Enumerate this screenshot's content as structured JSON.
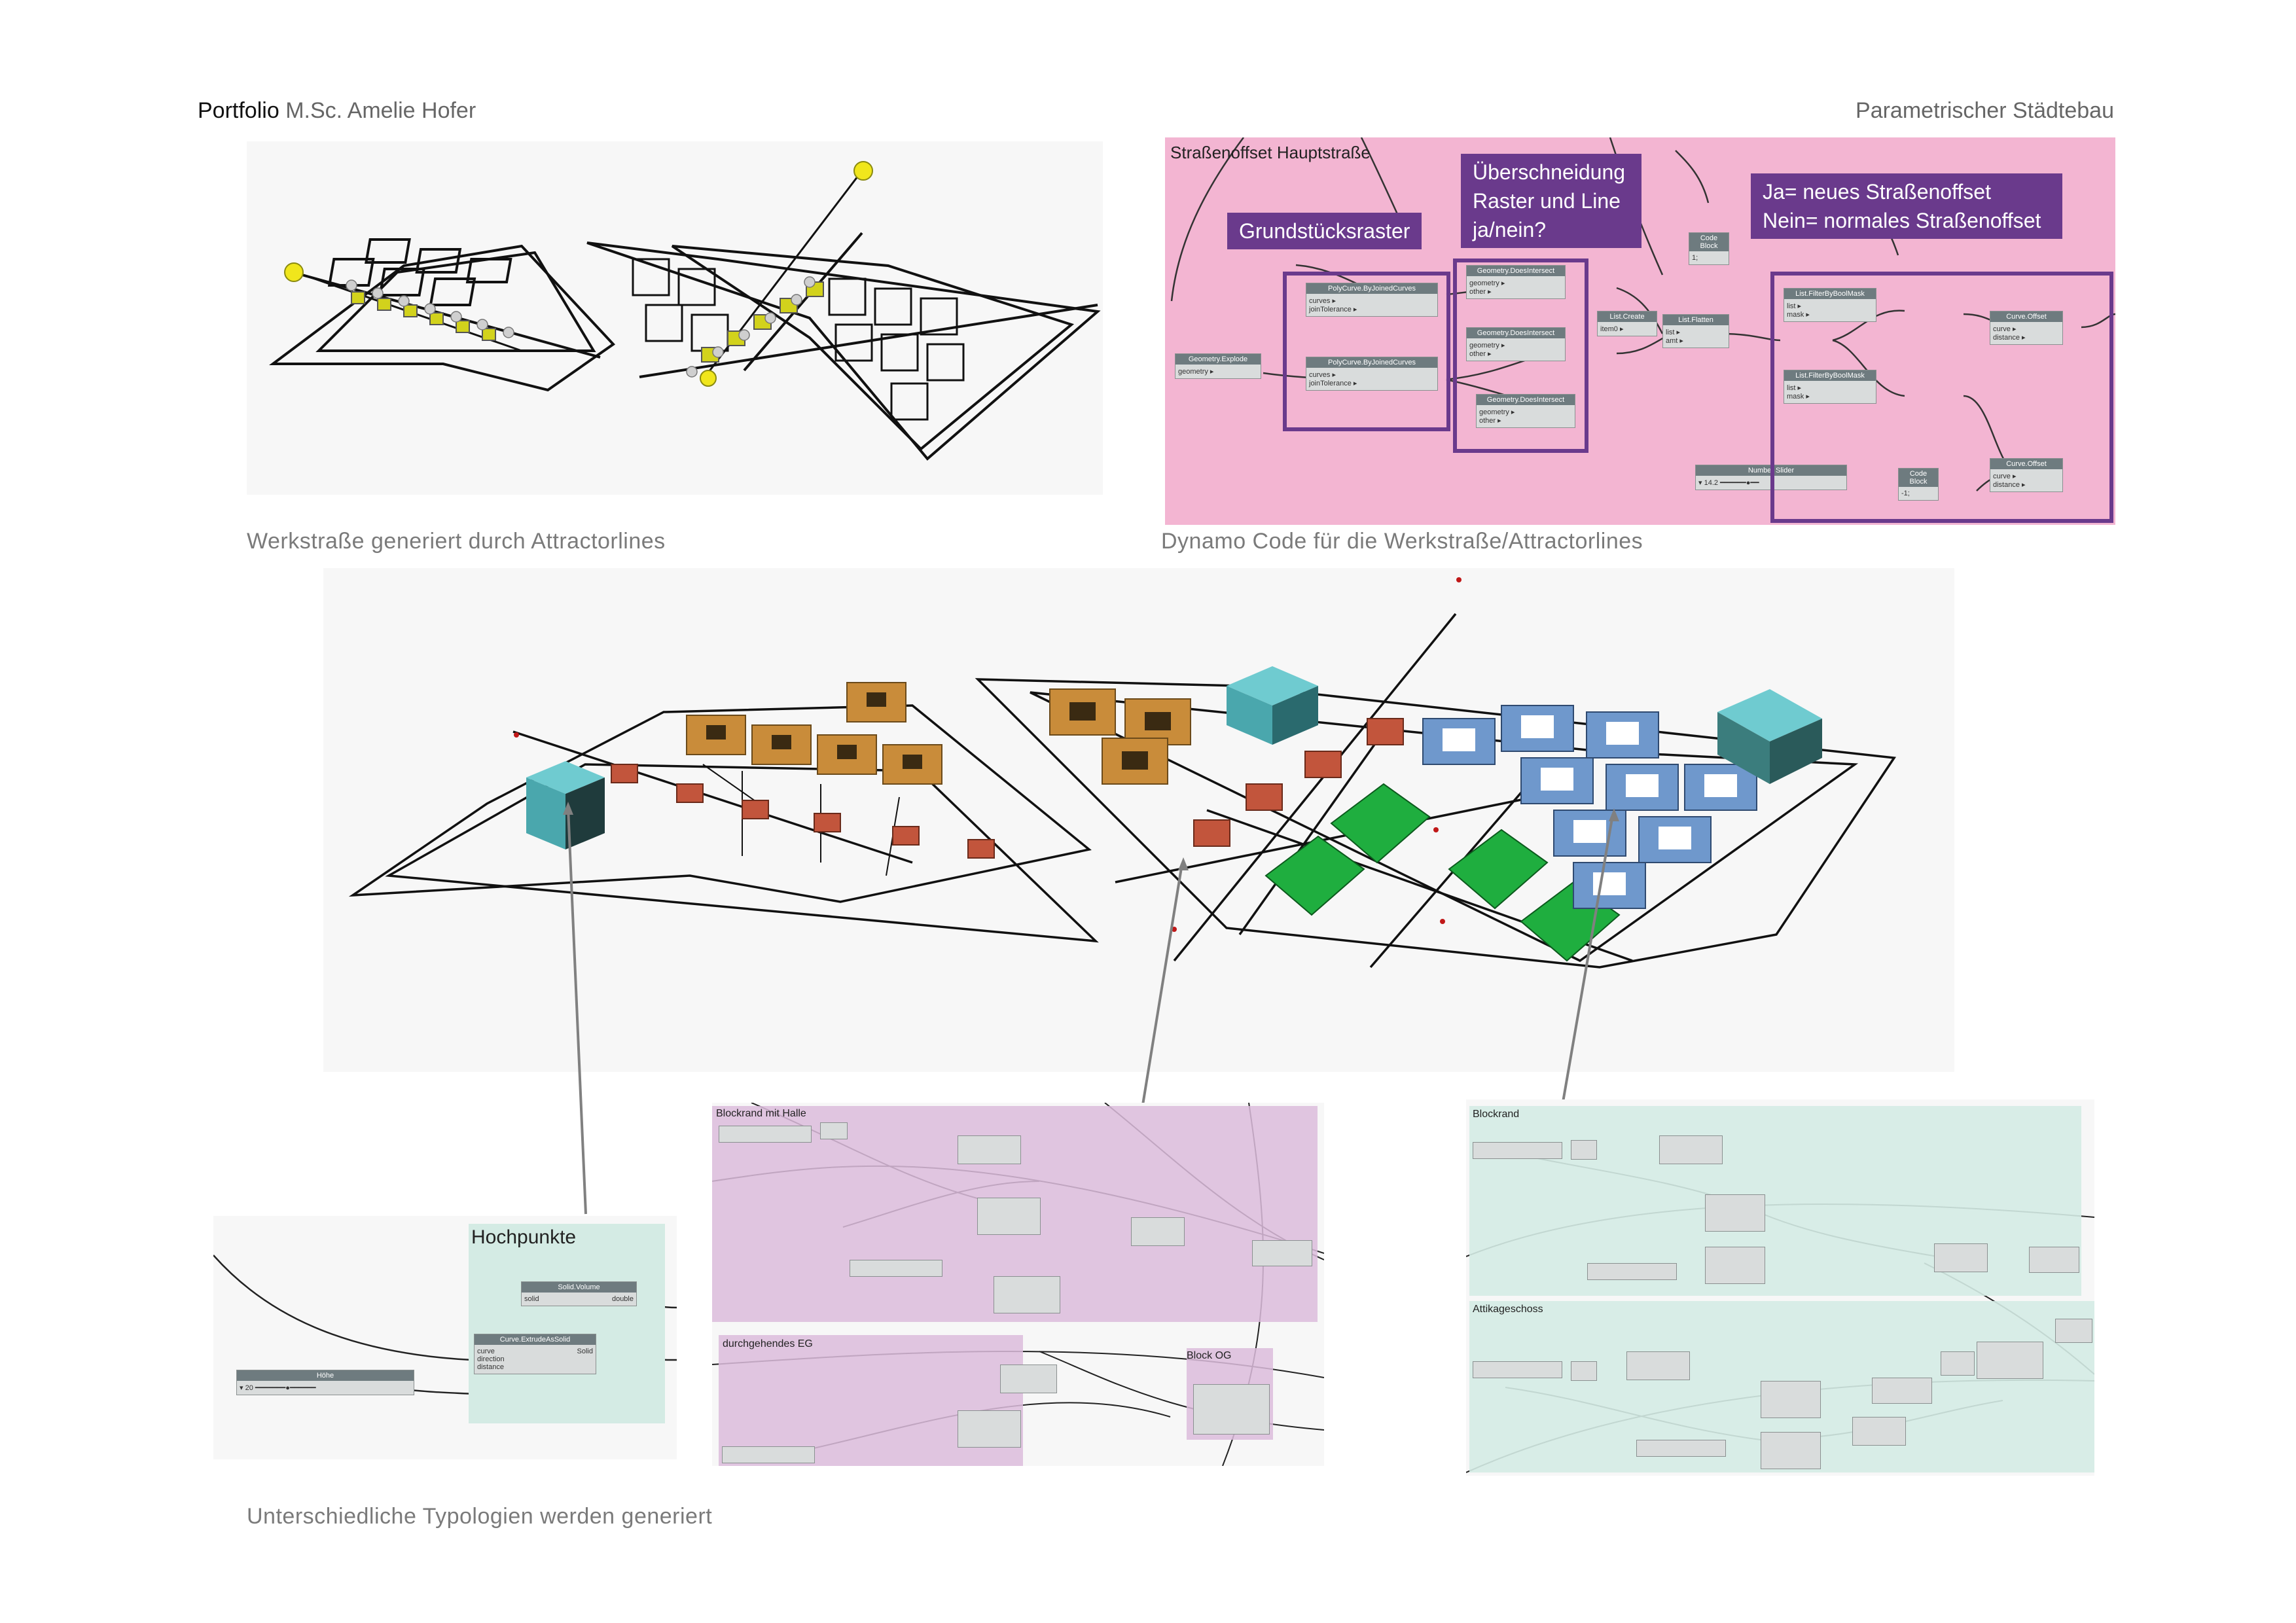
{
  "header": {
    "portfolio_label": "Portfolio",
    "author": "M.Sc. Amelie Hofer",
    "topic": "Parametrischer Städtebau"
  },
  "captions": {
    "werkstrasse": "Werkstraße generiert durch Attractorlines",
    "dynamo_code": "Dynamo Code für die Werkstraße/Attractorlines",
    "typologien": "Unterschiedliche Typologien werden generiert"
  },
  "dynamo_top": {
    "group_title": "Straßenoffset Hauptstraße",
    "callout_grundstuecksraster": "Grundstücksraster",
    "callout_ueberschneidung_1": "Überschneidung",
    "callout_ueberschneidung_2": "Raster und Line",
    "callout_ueberschneidung_3": "ja/nein?",
    "callout_ja_1": "Ja= neues  Straßenoffset",
    "callout_ja_2": "Nein= normales Straßenoffset",
    "nodes": {
      "geometry_explode": "Geometry.Explode",
      "polycurve_1": "PolyCurve.ByJoinedCurves",
      "polycurve_2": "PolyCurve.ByJoinedCurves",
      "doesintersect_1": "Geometry.DoesIntersect",
      "doesintersect_2": "Geometry.DoesIntersect",
      "doesintersect_3": "Geometry.DoesIntersect",
      "list_create": "List.Create",
      "list_flatten": "List.Flatten",
      "filter_1": "List.FilterByBoolMask",
      "filter_2": "List.FilterByBoolMask",
      "curve_offset_1": "Curve.Offset",
      "curve_offset_2": "Curve.Offset",
      "code_block_1": "Code Block",
      "code_block_2": "Code Block",
      "number_slider": "Number Slider",
      "slider_value": "14.2"
    }
  },
  "hochpunkte": {
    "title": "Hochpunkte",
    "solid_volume": "Solid.Volume",
    "extrude": "Curve.ExtrudeAsSolid",
    "hoehe": "Höhe",
    "hoehe_value": "20",
    "port_solid": "solid",
    "port_double": "double",
    "port_curve": "curve",
    "port_direction": "direction",
    "port_distance": "distance",
    "port_out": "Solid"
  },
  "middle_groups": {
    "blockrand_halle": "Blockrand mit Halle",
    "durchgehendes_eg": "durchgehendes EG",
    "block_og": "Block OG"
  },
  "right_groups": {
    "blockrand": "Blockrand",
    "attikageschoss": "Attikageschoss"
  },
  "colors": {
    "accent_purple": "#6a3a8c",
    "dynamo_pink": "#f3b5d2",
    "group_lilac": "#dcbcdc",
    "group_mint": "#d4ebe4",
    "block_orange": "#c98c3a",
    "house_red": "#c2553c",
    "green_field": "#1fae3f",
    "blue_block": "#6f98cc",
    "tower_teal": "#5fbfc4",
    "attractor_yellow": "#e6e11a"
  }
}
